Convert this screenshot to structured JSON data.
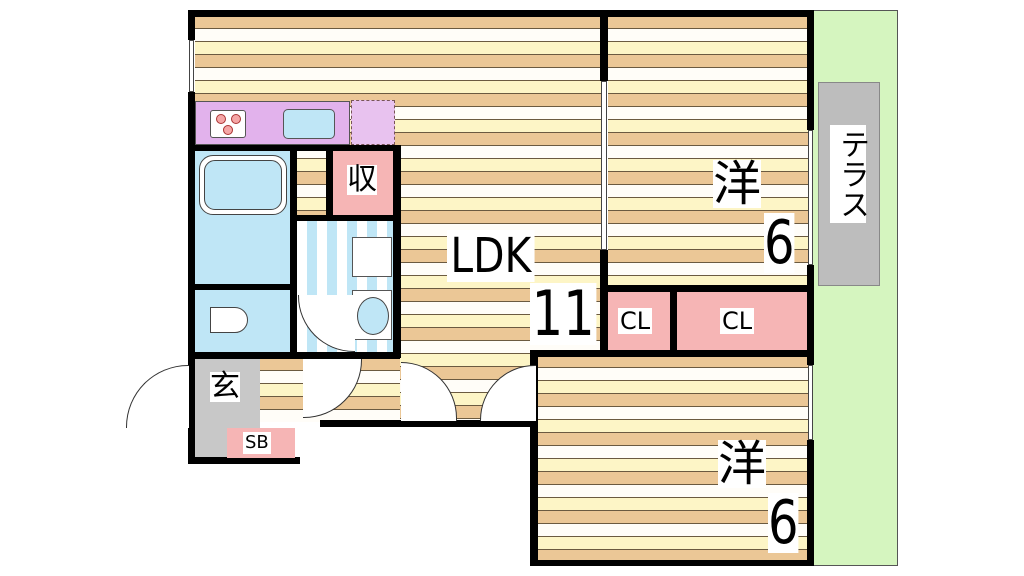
{
  "rooms": {
    "ldk": {
      "label": "LDK",
      "size": "11"
    },
    "bedroom_north": {
      "label": "洋",
      "size": "6"
    },
    "bedroom_south": {
      "label": "洋",
      "size": "6"
    },
    "closet_small": {
      "label": "CL"
    },
    "closet_large": {
      "label": "CL"
    },
    "storage": {
      "label": "収"
    },
    "entrance": {
      "label": "玄"
    },
    "shoe_box": {
      "label": "SB"
    },
    "terrace": {
      "label": "テラス"
    }
  },
  "colors": {
    "kitchen": "#e2b2ec",
    "bath": "#bfe6f6",
    "closet": "#f6b5b5",
    "entrance": "#c8c8c8",
    "terrace": "#d5f5bf",
    "terrace_tile": "#bdbdbd"
  }
}
